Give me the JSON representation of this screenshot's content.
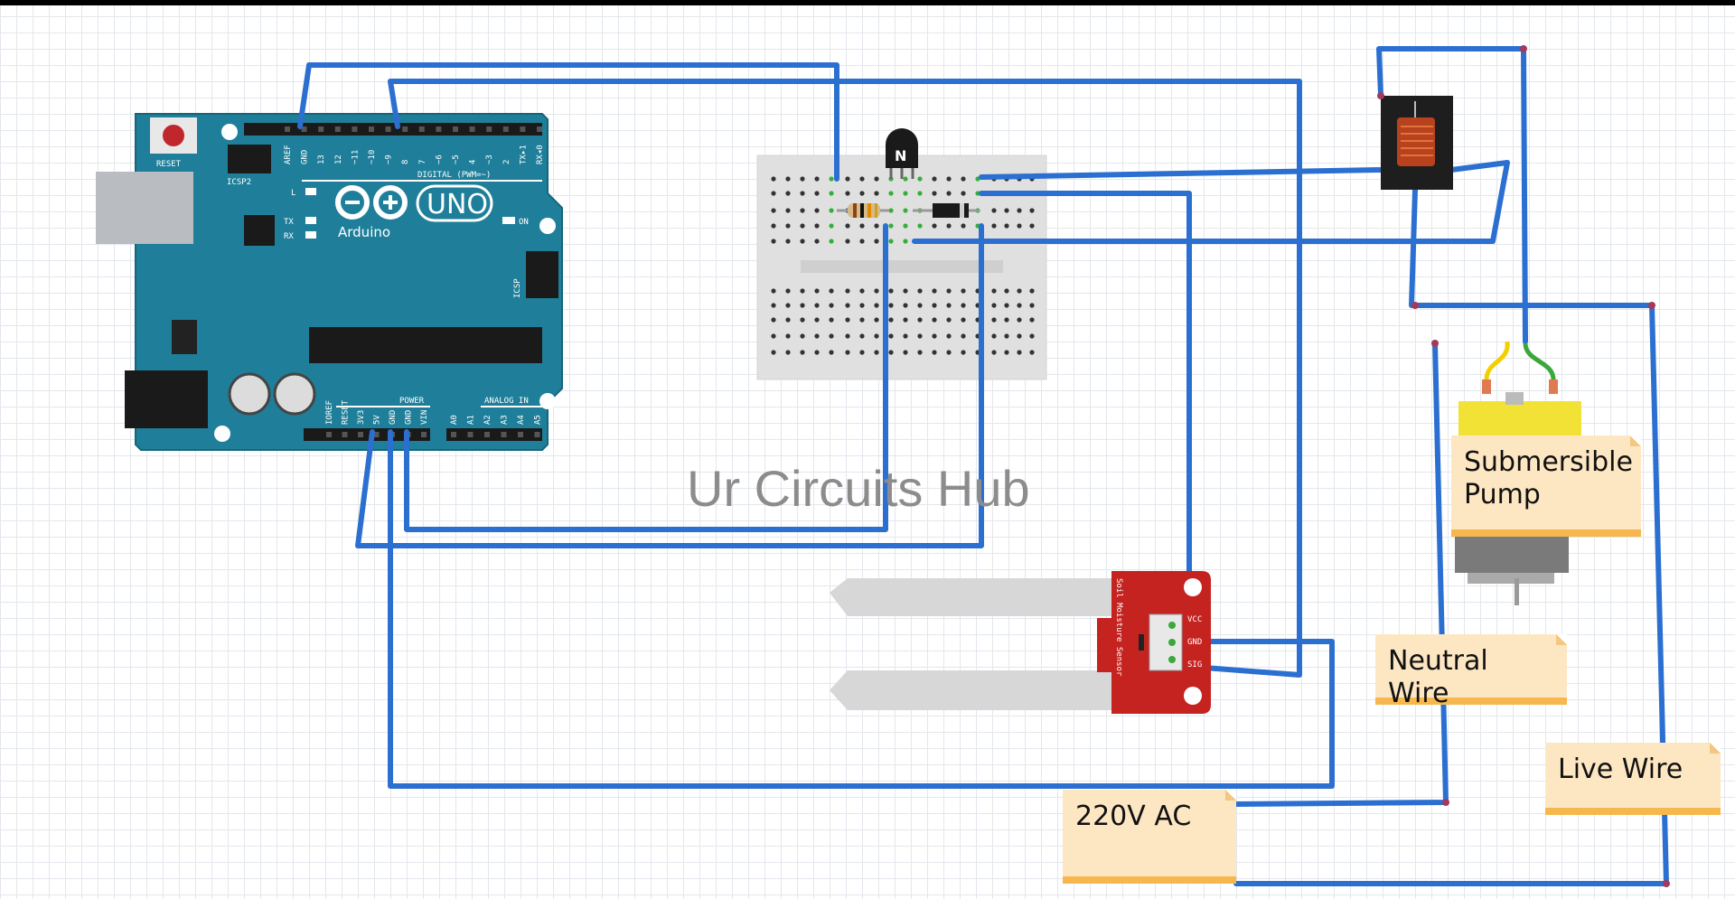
{
  "watermark": "Ur Circuits Hub",
  "arduino": {
    "board": "UNO",
    "brand": "Arduino",
    "reset": "RESET",
    "icsp2": "ICSP2",
    "icsp": "ICSP",
    "digital": "DIGITAL (PWM=~)",
    "power": "POWER",
    "analog": "ANALOG IN",
    "on": "ON",
    "led_l": "L",
    "tx": "TX",
    "rx": "RX",
    "digital_pins": [
      "AREF",
      "GND",
      "13",
      "12",
      "~11",
      "~10",
      "~9",
      "8",
      "7",
      "~6",
      "~5",
      "4",
      "~3",
      "2",
      "TX▸1",
      "RX◂0"
    ],
    "power_pins": [
      "IOREF",
      "RESET",
      "3V3",
      "5V",
      "GND",
      "GND",
      "VIN"
    ],
    "analog_pins": [
      "A0",
      "A1",
      "A2",
      "A3",
      "A4",
      "A5"
    ]
  },
  "transistor_label": "N",
  "sensor_label": "Soil Moisture Sensor",
  "sensor_pins": [
    "VCC",
    "GND",
    "SIG"
  ],
  "notes": {
    "pump": "Submersible Pump",
    "neutral": "Neutral Wire",
    "live": "Live Wire",
    "ac": "220V AC"
  },
  "colors": {
    "wire": "#2b6fd1",
    "board": "#1f7f9a",
    "sensor": "#c4231f",
    "note": "#fde7c3",
    "note_edge": "#f6b84e"
  }
}
